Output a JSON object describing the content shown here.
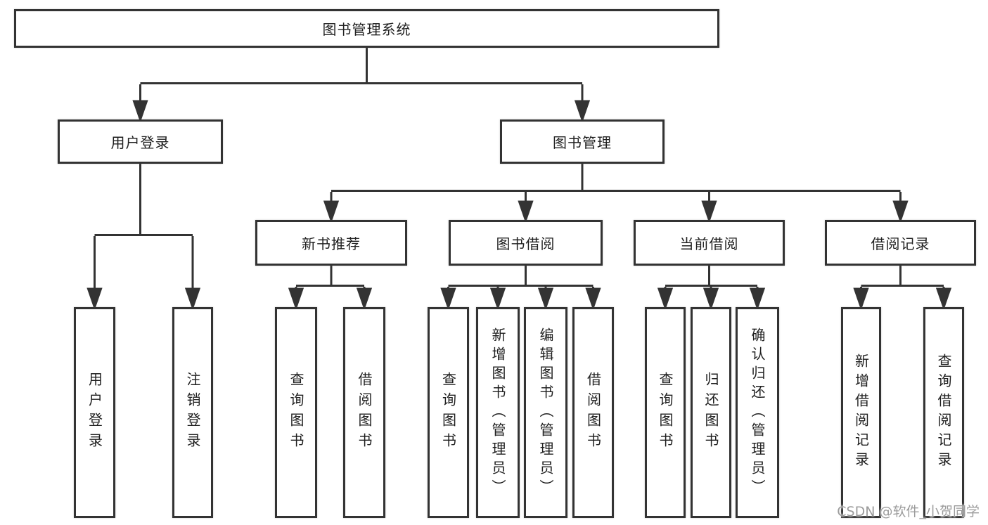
{
  "diagram_title": "图书管理系统",
  "tree": {
    "root": {
      "label": "图书管理系统"
    },
    "branches": [
      {
        "label": "用户登录",
        "children": [
          {
            "label": "用户登录"
          },
          {
            "label": "注销登录"
          }
        ]
      },
      {
        "label": "图书管理",
        "children": [
          {
            "label": "新书推荐",
            "children": [
              {
                "label": "查询图书"
              },
              {
                "label": "借阅图书"
              }
            ]
          },
          {
            "label": "图书借阅",
            "children": [
              {
                "label": "查询图书"
              },
              {
                "label": "新增图书（管理员）"
              },
              {
                "label": "编辑图书（管理员）"
              },
              {
                "label": "借阅图书"
              }
            ]
          },
          {
            "label": "当前借阅",
            "children": [
              {
                "label": "查询图书"
              },
              {
                "label": "归还图书"
              },
              {
                "label": "确认归还（管理员）"
              }
            ]
          },
          {
            "label": "借阅记录",
            "children": [
              {
                "label": "新增借阅记录"
              },
              {
                "label": "查询借阅记录"
              }
            ]
          }
        ]
      }
    ]
  },
  "watermark": "CSDN @软件_小贺同学",
  "colors": {
    "line": "#333333",
    "box_border": "#333333",
    "box_background": "#ffffff",
    "text": "#1f1f1f",
    "watermark": "#9c9c9c",
    "page_background": "#ffffff"
  }
}
